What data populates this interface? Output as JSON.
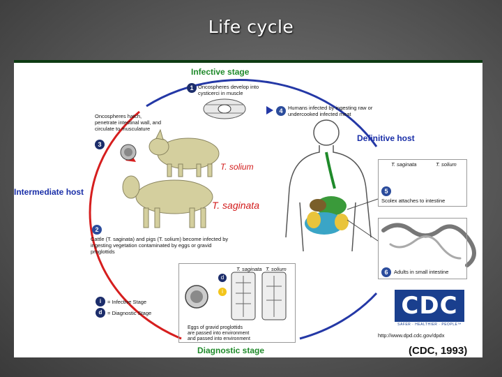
{
  "title": "Life cycle",
  "stages": {
    "infective": "Infective stage",
    "definitive_host": "Definitive host",
    "intermediate_host": "Intermediate host",
    "diagnostic": "Diagnostic stage"
  },
  "species": {
    "solium": "T. solium",
    "saginata": "T. saginata"
  },
  "steps": [
    {
      "num": "1",
      "text": "Oncospheres develop into cysticerci in muscle"
    },
    {
      "num": "2",
      "text": "Cattle (T. saginata) and pigs (T. solium) become infected by ingesting vegetation contaminated by eggs or gravid proglottids"
    },
    {
      "num": "3",
      "text": "Oncospheres hatch, penetrate intestinal wall, and circulate to musculature"
    },
    {
      "num": "4",
      "text": "Humans infected by ingesting raw or undercooked infected meat"
    },
    {
      "num": "5",
      "text": "Scolex attaches to intestine"
    },
    {
      "num": "6",
      "text": "Adults in small intestine"
    }
  ],
  "scolex_labels": [
    "T. saginata",
    "T. solium"
  ],
  "diag_box": {
    "labels": [
      "T. saginata",
      "T. solium"
    ],
    "caption": "Eggs of gravid proglottids are passed into environment and passed into environment",
    "caption_lines": [
      "Eggs of gravid proglottids",
      "are passed into environment",
      "and passed into environment"
    ]
  },
  "legend": {
    "infective": "= Infective Stage",
    "diagnostic": "= Diagnostic Stage",
    "infective_marker": "i",
    "diagnostic_marker": "d"
  },
  "cdc": {
    "logo": "CDC",
    "tagline": "SAFER · HEALTHIER · PEOPLE™",
    "url": "http://www.dpd.cdc.gov/dpdx"
  },
  "citation": "(CDC, 1993)",
  "colors": {
    "cycle_blue": "#2438a6",
    "cycle_red": "#d61e1e",
    "slide_bg": "#5d5d5d",
    "panel_top_border": "#0d3a12"
  }
}
